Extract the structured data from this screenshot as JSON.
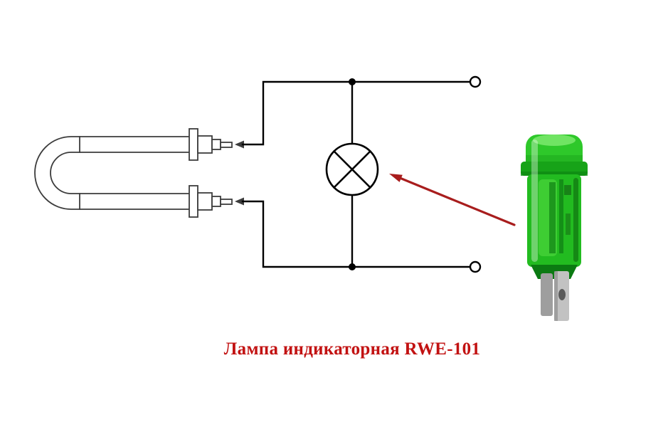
{
  "caption": {
    "text": "Лампа индикаторная RWE-101",
    "color": "#c21212"
  },
  "colors": {
    "background": "#ffffff",
    "wire": "#000000",
    "element_outline": "#3c3c3c",
    "arrow": "#a81d1d",
    "lamp_green": "#22bb20",
    "lamp_green_dark": "#0b7a12",
    "lamp_green_light": "#8df07c",
    "terminal_metal": "#c2c2c2"
  },
  "icons": {
    "lamp_symbol": "circle-with-diagonal-cross (lamp schematic symbol)",
    "heating_element": "u-shaped-tubular-heater-with-two-terminals",
    "connection_terminals": "open-circle-connection-points",
    "arrow": "red-pointer-arrow",
    "photo": "green-indicator-lamp"
  }
}
